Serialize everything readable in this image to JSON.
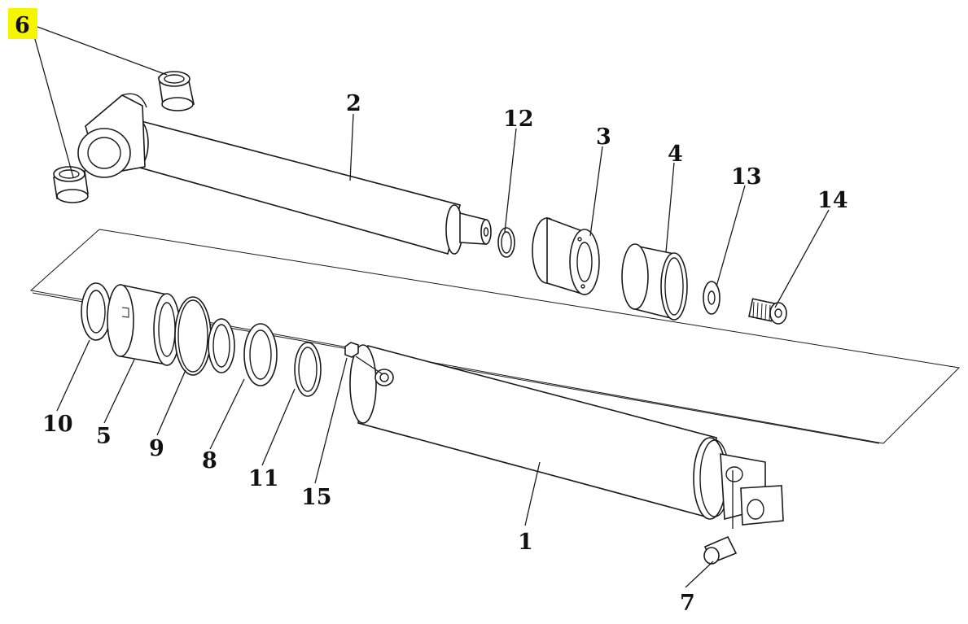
{
  "callouts": {
    "c1": "1",
    "c2": "2",
    "c3": "3",
    "c4": "4",
    "c5": "5",
    "c6": "6",
    "c7": "7",
    "c8": "8",
    "c9": "9",
    "c10": "10",
    "c11": "11",
    "c12": "12",
    "c13": "13",
    "c14": "14",
    "c15": "15"
  },
  "highlighted_callout": "6",
  "colors": {
    "highlight": "#f5f500",
    "ink": "#1a1a1a",
    "background": "#ffffff"
  }
}
